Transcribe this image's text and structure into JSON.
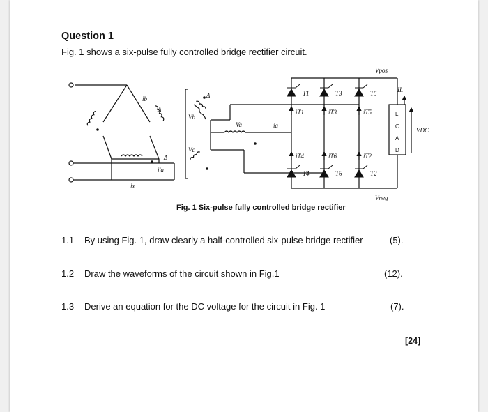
{
  "question": {
    "heading": "Question 1",
    "intro": "Fig. 1 shows a six-pulse fully controlled bridge rectifier circuit."
  },
  "figure": {
    "caption": "Fig. 1 Six-pulse fully controlled bridge rectifier",
    "labels": {
      "vpos": "Vpos",
      "vneg": "Vneg",
      "vdc": "VDC",
      "il": "IL",
      "t1": "T1",
      "t3": "T3",
      "t5": "T5",
      "t4": "T4",
      "t6": "T6",
      "t2": "T2",
      "it1": "iT1",
      "it3": "iT3",
      "it5": "iT5",
      "it4": "iT4",
      "it6": "iT6",
      "it2": "iT2",
      "va": "Va",
      "vb": "Vb",
      "vc": "Vc",
      "ia": "ia",
      "ib": "ib",
      "ia_prime": "i'a",
      "ix": "ix",
      "delta1": "Δ",
      "delta2": "Δ",
      "delta3": "Δ",
      "load": [
        "L",
        "O",
        "A",
        "D"
      ]
    }
  },
  "items": [
    {
      "num": "1.1",
      "text": "By using Fig. 1, draw clearly a half-controlled six-pulse bridge rectifier",
      "marks": "(5)."
    },
    {
      "num": "1.2",
      "text": "Draw the waveforms of the circuit shown in Fig.1",
      "marks": "(12)."
    },
    {
      "num": "1.3",
      "text": "Derive an equation for the DC voltage for the circuit in Fig. 1",
      "marks": "(7)."
    }
  ],
  "total_marks": "[24]"
}
